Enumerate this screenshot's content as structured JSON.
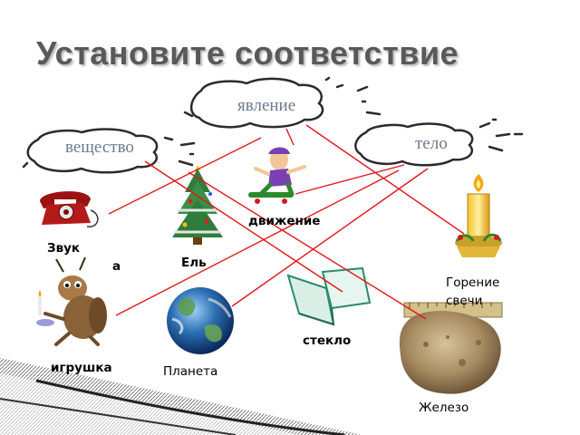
{
  "title": "Установите соответствие",
  "categories": {
    "phenomenon": "явление",
    "substance": "вещество",
    "body": "тело"
  },
  "items": {
    "sound": "Звук",
    "sound_cut": "а",
    "fir": "Ель",
    "motion": "движение",
    "candle": "Горение",
    "candle_cut": "свечи",
    "toy": "игрушка",
    "planet": "Планета",
    "glass": "стекло",
    "iron": "Железо"
  },
  "colors": {
    "title": "#595959",
    "cloud_text": "#6c7a8c",
    "connector_lines": "#e3161b"
  }
}
